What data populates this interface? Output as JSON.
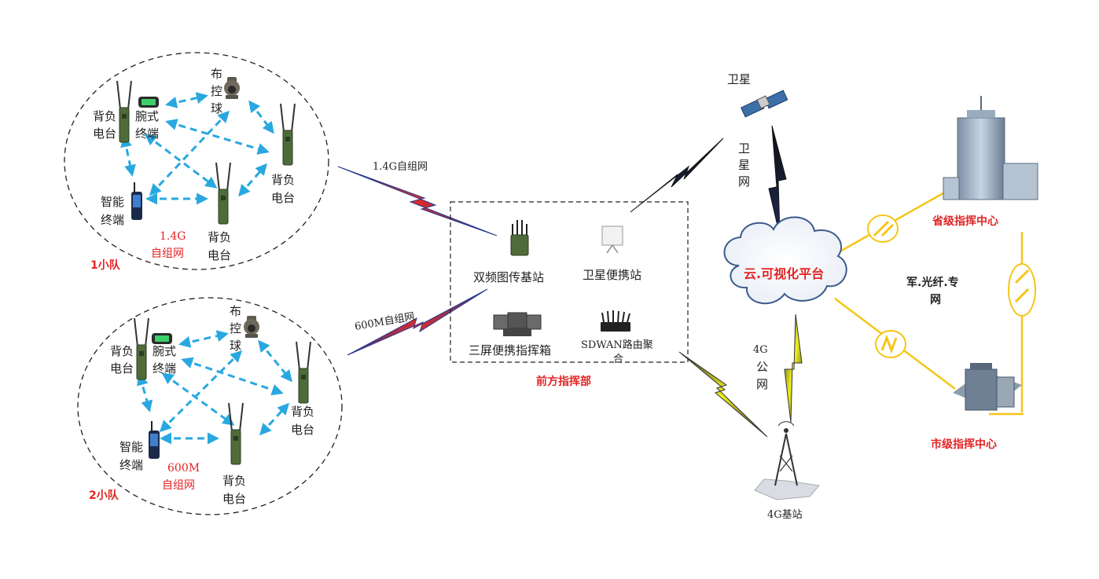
{
  "colors": {
    "arrow_blue": "#29a8e0",
    "fiber_yellow": "#f5c518",
    "text_red": "#e32424",
    "radio_green": "#4f6b3a"
  },
  "team1": {
    "label": "1小队",
    "net_label_line1": "1.4G",
    "net_label_line2": "自组网",
    "backpack_a": [
      "背负",
      "电台"
    ],
    "wrist": [
      "腕式",
      "终端"
    ],
    "ptz": [
      "布",
      "控",
      "球"
    ],
    "backpack_b": [
      "背负",
      "电台"
    ],
    "smart": [
      "智能",
      "终端"
    ],
    "backpack_c": [
      "背负",
      "电台"
    ]
  },
  "team2": {
    "label": "2小队",
    "net_label_line1": "600M",
    "net_label_line2": "自组网",
    "backpack_a": [
      "背负",
      "电台"
    ],
    "wrist": [
      "腕式",
      "终端"
    ],
    "ptz": [
      "布",
      "控",
      "球"
    ],
    "backpack_b": [
      "背负",
      "电台"
    ],
    "smart": [
      "智能",
      "终端"
    ],
    "backpack_c": [
      "背负",
      "电台"
    ]
  },
  "links": {
    "link_14g": "1.4G自组网",
    "link_600m": "600M自组网",
    "sat_net": [
      "卫",
      "星",
      "网"
    ],
    "net_4g": [
      "4G",
      "公",
      "网"
    ]
  },
  "front_hq": {
    "title": "前方指挥部",
    "base_station": "双频图传基站",
    "sat_portable": "卫星便携站",
    "three_screen": "三屏便携指挥箱",
    "sdwan": [
      "SDWAN路由聚",
      "合"
    ]
  },
  "right": {
    "satellite": "卫星",
    "cloud": "云.可视化平台",
    "provincial": "省级指挥中心",
    "city": "市级指挥中心",
    "military_net": [
      "军.光纤.专",
      "网"
    ],
    "tower": "4G基站"
  }
}
